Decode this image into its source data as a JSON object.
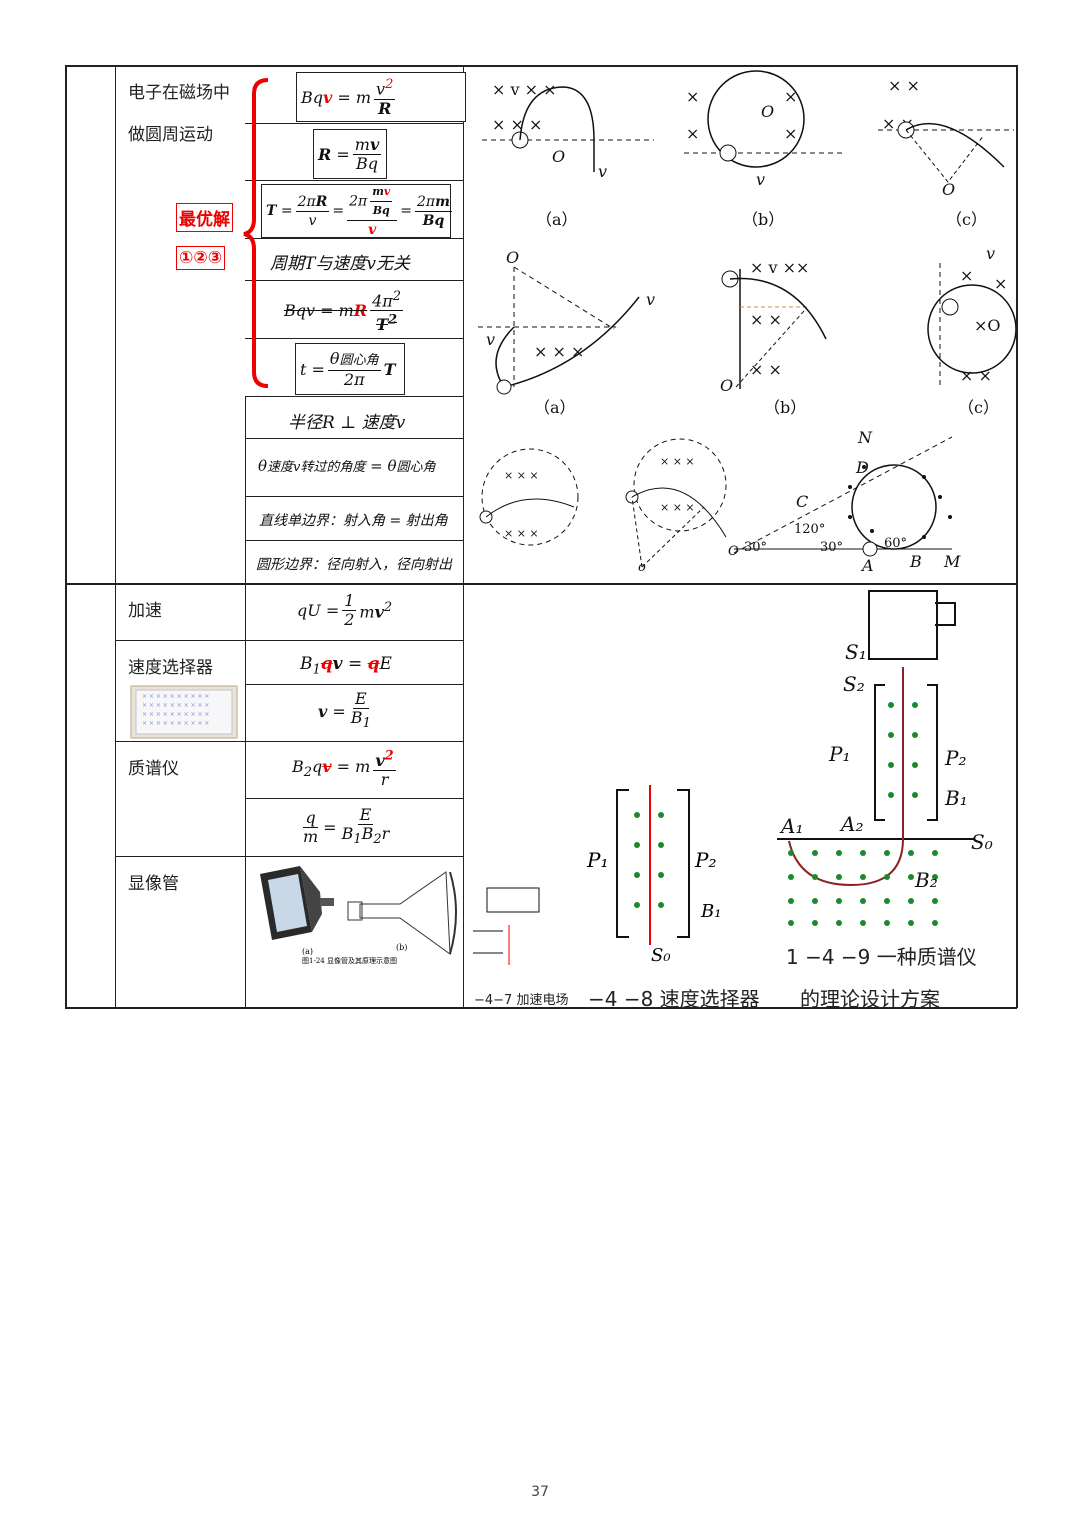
{
  "rows": {
    "circular": {
      "label_line1": "电子在磁场中",
      "label_line2": "做圆周运动",
      "optimal_tag": "最优解",
      "optimal_nums": "①②③",
      "formula_1": "Bqv = m v²/R",
      "formula_2": "R = mv/Bq",
      "formula_3": "T = 2πR/v = 2π(mv/Bq)/v = 2πm/Bq",
      "period_note": "周期T与速度v无关",
      "formula_4": "Bqv = mR 4π²/T²",
      "formula_5": "t = θ圆心角/2π T",
      "radius_perp": "半径R ⊥ 速度v",
      "angle_rule": "θ速度v转过的角度 = θ圆心角",
      "line_boundary": "直线单边界：射入角 = 射出角",
      "circle_boundary": "圆形边界：径向射入，径向射出"
    },
    "accel": {
      "label": "加速",
      "formula": "qU = ½mv²"
    },
    "selector": {
      "label": "速度选择器",
      "formula_1": "B₁qv = qE",
      "formula_2": "v = E/B₁"
    },
    "mass_spec": {
      "label": "质谱仪",
      "formula_1": "B₂qv = m v²/r",
      "formula_2": "q/m = E/(B₁B₂r)"
    },
    "crt": {
      "label": "显像管",
      "tag_a": "(a)",
      "tag_b": "(b)",
      "caption": "图1-24  显像管及其原理示意图"
    }
  },
  "diagram_captions": {
    "a": "（a）",
    "b": "（b）",
    "c": "（c）"
  },
  "bottom_captions": {
    "c1": "−4−7  加速电场",
    "c2": "−4 −8   速度选择器",
    "c3": "的理论设计方案",
    "c4": "1 −4 −9   一种质谱仪"
  },
  "page_number": "37"
}
